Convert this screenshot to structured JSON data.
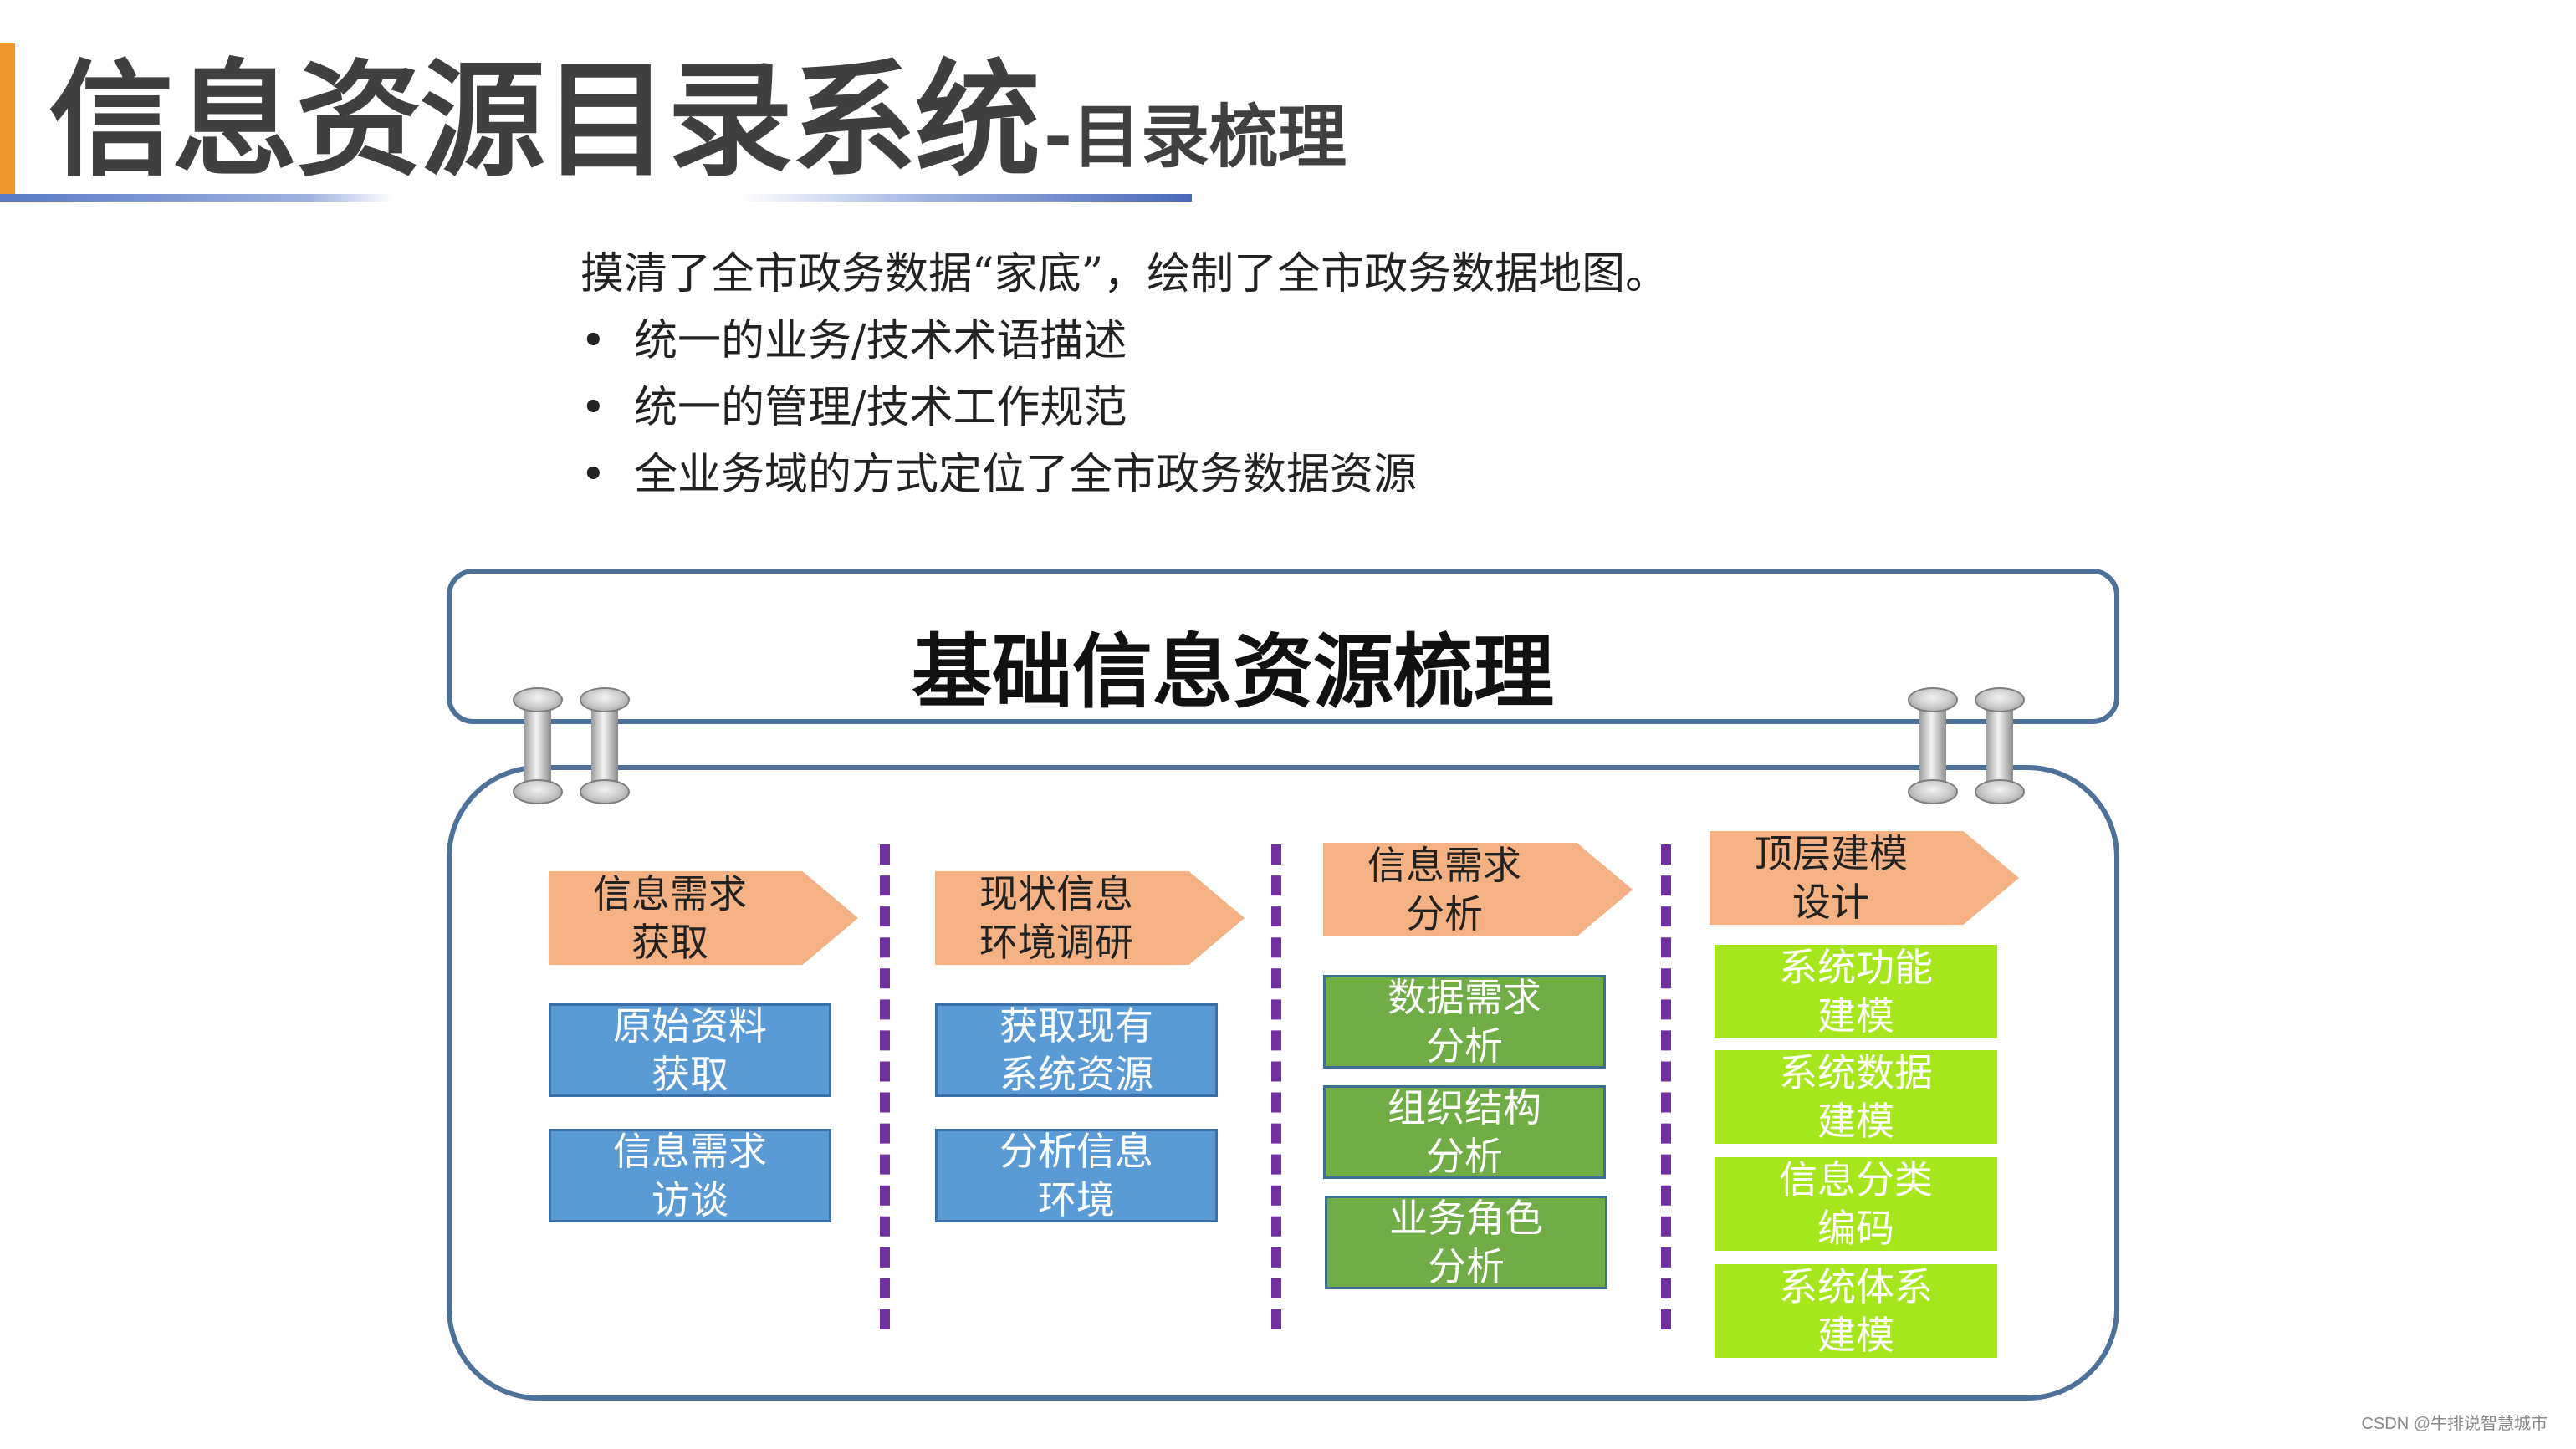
{
  "header": {
    "title": "信息资源目录系统",
    "subtitle": "-目录梳理"
  },
  "intro": {
    "lead": "摸清了全市政务数据“家底”，绘制了全市政务数据地图。",
    "bullet_symbol": "•",
    "bullets": [
      "统一的业务/技术术语描述",
      "统一的管理/技术工作规范",
      "全业务域的方式定位了全市政务数据资源"
    ]
  },
  "diagram": {
    "title": "基础信息资源梳理",
    "columns": [
      {
        "header": "信息需求\n获取",
        "items": [
          "原始资料\n获取",
          "信息需求\n访谈"
        ]
      },
      {
        "header": "现状信息\n环境调研",
        "items": [
          "获取现有\n系统资源",
          "分析信息\n环境"
        ]
      },
      {
        "header": "信息需求\n分析",
        "items": [
          "数据需求\n分析",
          "组织结构\n分析",
          "业务角色\n分析"
        ]
      },
      {
        "header": "顶层建模\n设计",
        "items": [
          "系统功能\n建模",
          "系统数据\n建模",
          "信息分类\n编码",
          "系统体系\n建模"
        ]
      }
    ]
  },
  "colors": {
    "accent": "#f0962e",
    "frame": "#4d7199",
    "arrow": "#f4b183",
    "blue_box": "#5b9bd5",
    "green_box": "#70ad47",
    "lime_box": "#a6e61c",
    "divider": "#7030a0"
  },
  "watermark": "CSDN @牛排说智慧城市"
}
